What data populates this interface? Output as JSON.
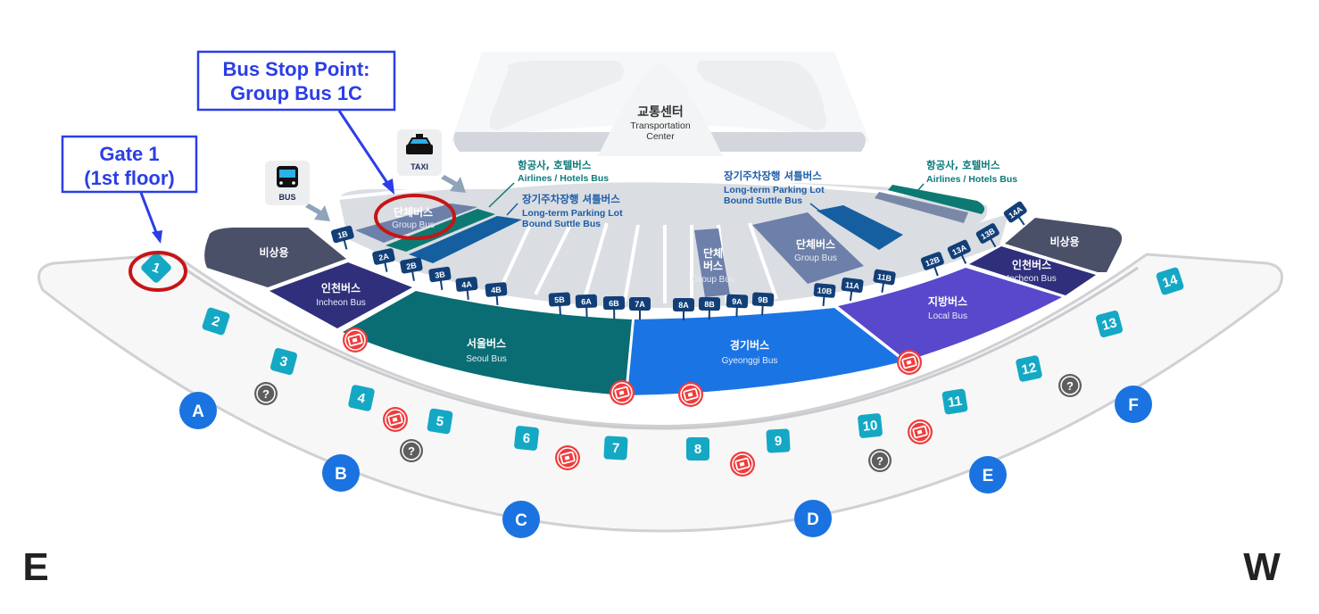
{
  "annotations": {
    "bus_stop_point": {
      "line1": "Bus Stop Point:",
      "line2": "Group Bus 1C"
    },
    "gate1": {
      "line1": "Gate 1",
      "line2": "(1st floor)"
    }
  },
  "transport_center": {
    "ko": "교통센터",
    "en1": "Transportation",
    "en2": "Center"
  },
  "icons": {
    "bus_label": "BUS",
    "taxi_label": "TAXI"
  },
  "upper_labels": {
    "airlines_left": {
      "ko": "항공사, 호텔버스",
      "en": "Airlines / Hotels Bus"
    },
    "parking_left": {
      "ko": "장기주차장행 셔틀버스",
      "en1": "Long-term Parking Lot",
      "en2": "Bound Suttle Bus"
    },
    "parking_right": {
      "ko": "장기주차장행 셔틀버스",
      "en1": "Long-term Parking Lot",
      "en2": "Bound Suttle Bus"
    },
    "airlines_right": {
      "ko": "항공사, 호텔버스",
      "en": "Airlines / Hotels Bus"
    }
  },
  "zones": {
    "emergency_left": {
      "ko": "비상용"
    },
    "emergency_right": {
      "ko": "비상용"
    },
    "incheon_left": {
      "ko": "인천버스",
      "en": "Incheon Bus"
    },
    "incheon_right": {
      "ko": "인천버스",
      "en": "Incheon Bus"
    },
    "seoul": {
      "ko": "서울버스",
      "en": "Seoul Bus"
    },
    "gyeonggi": {
      "ko": "경기버스",
      "en": "Gyeonggi Bus"
    },
    "local": {
      "ko": "지방버스",
      "en": "Local Bus"
    },
    "group_left": {
      "ko": "단체버스",
      "en": "Group Bus"
    },
    "group_mid": {
      "ko1": "단체",
      "ko2": "버스",
      "en": "Group Bus"
    },
    "group_right": {
      "ko": "단체버스",
      "en": "Group Bus"
    }
  },
  "stops": [
    "1B",
    "2A",
    "2B",
    "3B",
    "4A",
    "4B",
    "5B",
    "6A",
    "6B",
    "7A",
    "8A",
    "8B",
    "9A",
    "9B",
    "10B",
    "11A",
    "11B",
    "12B",
    "13A",
    "13B",
    "14A"
  ],
  "gates": [
    "1",
    "2",
    "3",
    "4",
    "5",
    "6",
    "7",
    "8",
    "9",
    "10",
    "11",
    "12",
    "13",
    "14"
  ],
  "sections": [
    "A",
    "B",
    "C",
    "D",
    "E",
    "F"
  ],
  "compass": {
    "left": "E",
    "right": "W"
  },
  "colors": {
    "gate": "#14a8c4",
    "section": "#1a73e0",
    "stop": "#123f78",
    "seoul": "#0a6d73",
    "gyeonggi": "#1b74e4",
    "local": "#5848cc",
    "incheon": "#2f2f7c",
    "emergency": "#4b5069",
    "highlight": "#c81414",
    "annotation": "#2b3ee6"
  }
}
